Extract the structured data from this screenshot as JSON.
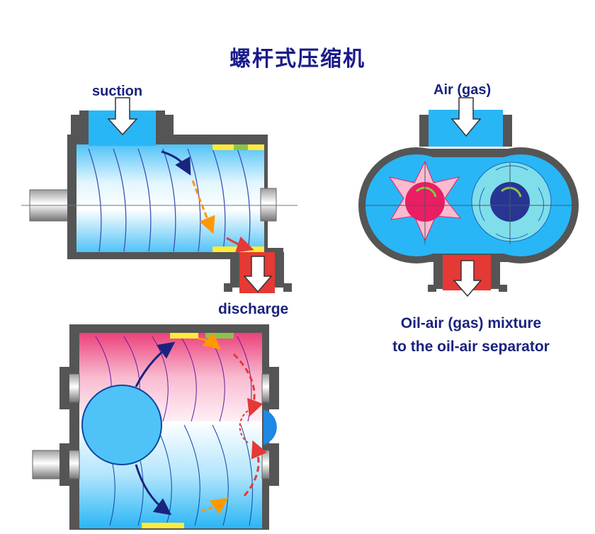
{
  "diagram": {
    "title": "螺杆式压缩机",
    "labels": {
      "suction": "suction",
      "discharge": "discharge",
      "air_gas": "Air (gas)",
      "mixture_line1": "Oil-air (gas) mixture",
      "mixture_line2": "to the oil-air separator"
    },
    "colors": {
      "casing": "#555555",
      "port": "#29b6f6",
      "discharge_port": "#e53935",
      "rotor_light": "#e0f7fa",
      "rotor_pink": "#f8bbd0",
      "male_hub": "#e91e63",
      "female_hub": "#283593",
      "flow_blue": "#1a237e",
      "flow_orange": "#ff9800",
      "flow_red": "#e53935"
    }
  }
}
